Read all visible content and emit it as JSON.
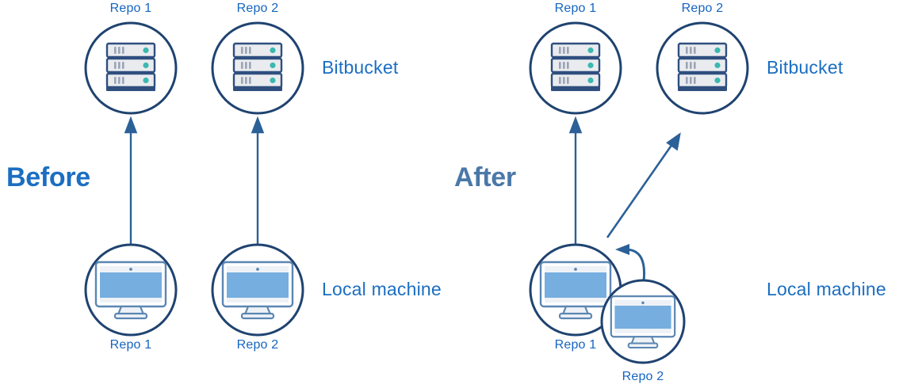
{
  "diagram": {
    "title": "Before and After repository layout on Bitbucket and local machine",
    "colors": {
      "circle_ring": "#1f4370",
      "circle_fill": "#ffffff",
      "arrow": "#2b6197",
      "server_body": "#e9ebef",
      "server_border": "#2f4f7f",
      "server_base": "#2f4f7f",
      "server_dot": "#3bb8b0",
      "server_line": "#9aa4b5",
      "monitor_screen": "#76aee0",
      "monitor_frame": "#ffffff",
      "monitor_border": "#5b86b3",
      "label_blue": "#1565c0",
      "section_before": "#1b6ec2",
      "section_after": "#4a78a8",
      "background": "#ffffff"
    },
    "sections": [
      {
        "id": "before",
        "label": "Before"
      },
      {
        "id": "after",
        "label": "After"
      }
    ],
    "rows": {
      "remote": {
        "label_left": "Bitbucket",
        "label_right": "Bitbucket"
      },
      "local": {
        "label_left": "Local machine",
        "label_right": "Local machine"
      }
    },
    "before": {
      "remote_repos": [
        {
          "label": "Repo 1",
          "icon": "server-icon"
        },
        {
          "label": "Repo 2",
          "icon": "server-icon"
        }
      ],
      "local_repos": [
        {
          "label": "Repo 1",
          "icon": "monitor-icon"
        },
        {
          "label": "Repo 2",
          "icon": "monitor-icon"
        }
      ],
      "arrows": [
        {
          "from": "local-repo-1",
          "to": "remote-repo-1",
          "type": "straight-up"
        },
        {
          "from": "local-repo-2",
          "to": "remote-repo-2",
          "type": "straight-up"
        }
      ]
    },
    "after": {
      "remote_repos": [
        {
          "label": "Repo 1",
          "icon": "server-icon"
        },
        {
          "label": "Repo 2",
          "icon": "server-icon"
        }
      ],
      "local_repos": [
        {
          "label": "Repo 1",
          "icon": "monitor-icon"
        },
        {
          "label": "Repo 2",
          "icon": "monitor-icon"
        }
      ],
      "arrows": [
        {
          "from": "local-repo-1",
          "to": "remote-repo-1",
          "type": "straight-up"
        },
        {
          "from": "local-repo-1",
          "to": "remote-repo-2",
          "type": "diagonal-up-right"
        },
        {
          "from": "local-repo-2",
          "to": "local-repo-1",
          "type": "curved-left"
        }
      ]
    }
  }
}
